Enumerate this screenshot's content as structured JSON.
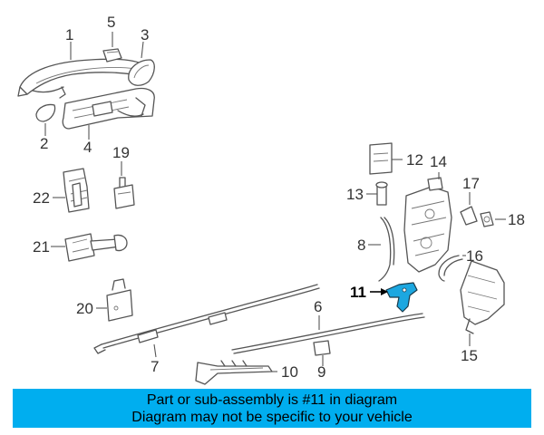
{
  "callouts": {
    "c1": "1",
    "c2": "2",
    "c3": "3",
    "c4": "4",
    "c5": "5",
    "c6": "6",
    "c7": "7",
    "c8": "8",
    "c9": "9",
    "c10": "10",
    "c11": "11",
    "c12": "12",
    "c13": "13",
    "c14": "14",
    "c15": "15",
    "c16": "16",
    "c17": "17",
    "c18": "18",
    "c19": "19",
    "c20": "20",
    "c21": "21",
    "c22": "22"
  },
  "highlight": {
    "part_number": "11",
    "color": "#1ca7e0"
  },
  "banner": {
    "line1": "Part or sub-assembly is #11 in diagram",
    "line2": "Diagram may not be specific to your vehicle",
    "background": "#00aeef"
  }
}
